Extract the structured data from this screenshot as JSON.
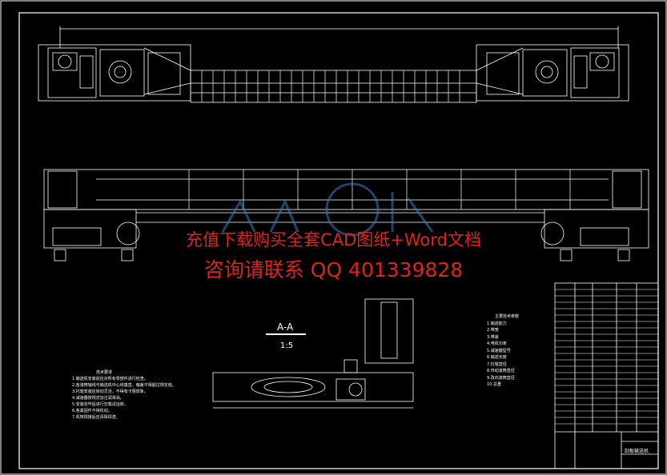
{
  "watermark": {
    "line1": "充值下载购买全套CAD图纸+Word文档",
    "line2": "咨询请联系  QQ 401339828"
  },
  "section": {
    "label": "A-A",
    "scale": "1:5"
  },
  "notes": {
    "title": "技术要求",
    "items": [
      "1.输送机安装前应对所有零部件进行检查。",
      "2.各滚筒轴线与输送机中心线垂直，偏差不得超过规定值。",
      "3.托辊安装应转动灵活，不得有卡阻现象。",
      "4.减速器按规定加注润滑油。",
      "5.安装完毕后进行空载试运转。",
      "6.各紧固件不得松动。",
      "7.机架焊接后应清除焊渣。"
    ]
  },
  "params": {
    "title": "主要技术参数",
    "items": [
      "1.输送能力",
      "2.带宽",
      "3.带速",
      "4.电机功率",
      "5.减速器型号",
      "6.输送长度",
      "7.托辊直径",
      "8.传动滚筒直径",
      "9.改向滚筒直径",
      "10.总重"
    ]
  },
  "title_block": {
    "drawing_name": "刮板输送机"
  },
  "colors": {
    "background": "#000000",
    "lines": "#ffffff",
    "watermark": "#e0221c",
    "logo": "#3a7fc4"
  }
}
